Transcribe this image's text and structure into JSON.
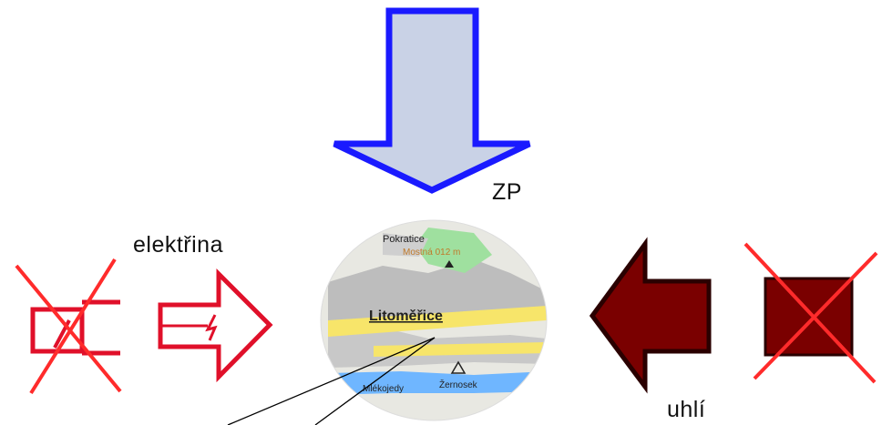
{
  "labels": {
    "gas": "ZP",
    "electricity": "elektřina",
    "coal": "uhlí"
  },
  "map": {
    "town": "Litoměřice",
    "place_top": "Pokratice",
    "place_top_sub": "Mostná 012 m",
    "place_left": "Mlékojedy",
    "place_right": "Žernosek"
  },
  "colors": {
    "gas_arrow_fill": "#c9d2e6",
    "gas_arrow_stroke": "#1a1aff",
    "electric_red": "#e0102a",
    "coal_fill": "#7a0000",
    "coal_stroke": "#2a0000",
    "cross_red": "#ff2b2b"
  },
  "icons": [
    "down-arrow-icon",
    "electricity-symbol-icon",
    "lightning-arrow-icon",
    "map-icon",
    "coal-arrow-icon",
    "coal-block-icon"
  ]
}
